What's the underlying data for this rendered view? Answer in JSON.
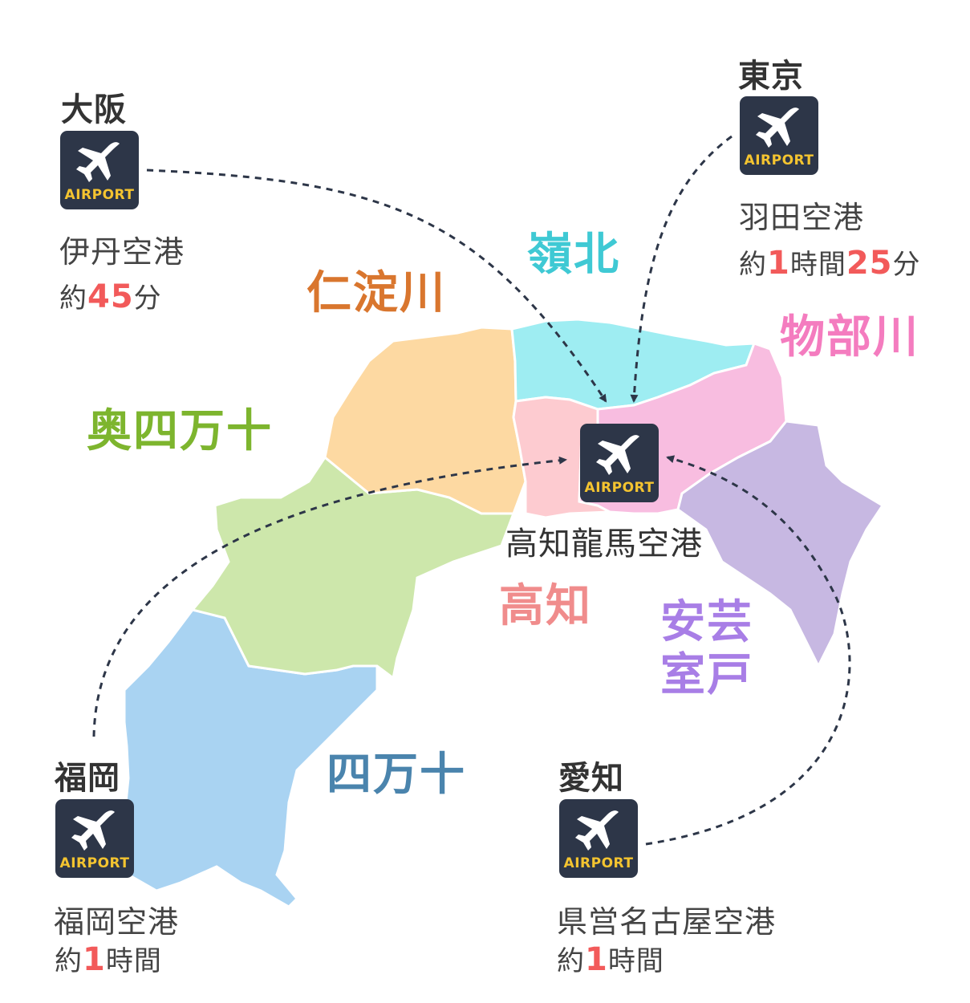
{
  "hub": {
    "airport_name": "高知龍馬空港",
    "icon_label": "AIRPORT"
  },
  "origins": [
    {
      "id": "osaka",
      "city": "大阪",
      "airport_name": "伊丹空港",
      "time_prefix": "約",
      "time_parts": [
        {
          "num": "45",
          "unit": "分"
        }
      ]
    },
    {
      "id": "tokyo",
      "city": "東京",
      "airport_name": "羽田空港",
      "time_prefix": "約",
      "time_parts": [
        {
          "num": "1",
          "unit": "時間"
        },
        {
          "num": "25",
          "unit": "分"
        }
      ]
    },
    {
      "id": "fukuoka",
      "city": "福岡",
      "airport_name": "福岡空港",
      "time_prefix": "約",
      "time_parts": [
        {
          "num": "1",
          "unit": "時間"
        }
      ]
    },
    {
      "id": "aichi",
      "city": "愛知",
      "airport_name": "県営名古屋空港",
      "time_prefix": "約",
      "time_parts": [
        {
          "num": "1",
          "unit": "時間"
        }
      ]
    }
  ],
  "regions": [
    {
      "id": "niyodogawa",
      "name": "仁淀川",
      "color": "#d9762e",
      "fill": "#fdd9a2"
    },
    {
      "id": "reihoku",
      "name": "嶺北",
      "color": "#3fc9d4",
      "fill": "#9eedf2"
    },
    {
      "id": "monobegawa",
      "name": "物部川",
      "color": "#f47cbf",
      "fill": "#f8bde0"
    },
    {
      "id": "okushimanto",
      "name": "奥四万十",
      "color": "#7db52e",
      "fill": "#cde7ab"
    },
    {
      "id": "kochi",
      "name": "高知",
      "color": "#f08c8c",
      "fill": "#fdcbd0"
    },
    {
      "id": "aki_muroto",
      "name": "安芸\n室戸",
      "color": "#a87ee6",
      "fill": "#c7b8e2"
    },
    {
      "id": "shimanto",
      "name": "四万十",
      "color": "#4a84ad",
      "fill": "#a9d3f2"
    }
  ],
  "colors": {
    "time_number": "#f25a5a",
    "icon_bg": "#2d3648",
    "icon_text": "#f4c430",
    "route_line": "#2d3648"
  }
}
